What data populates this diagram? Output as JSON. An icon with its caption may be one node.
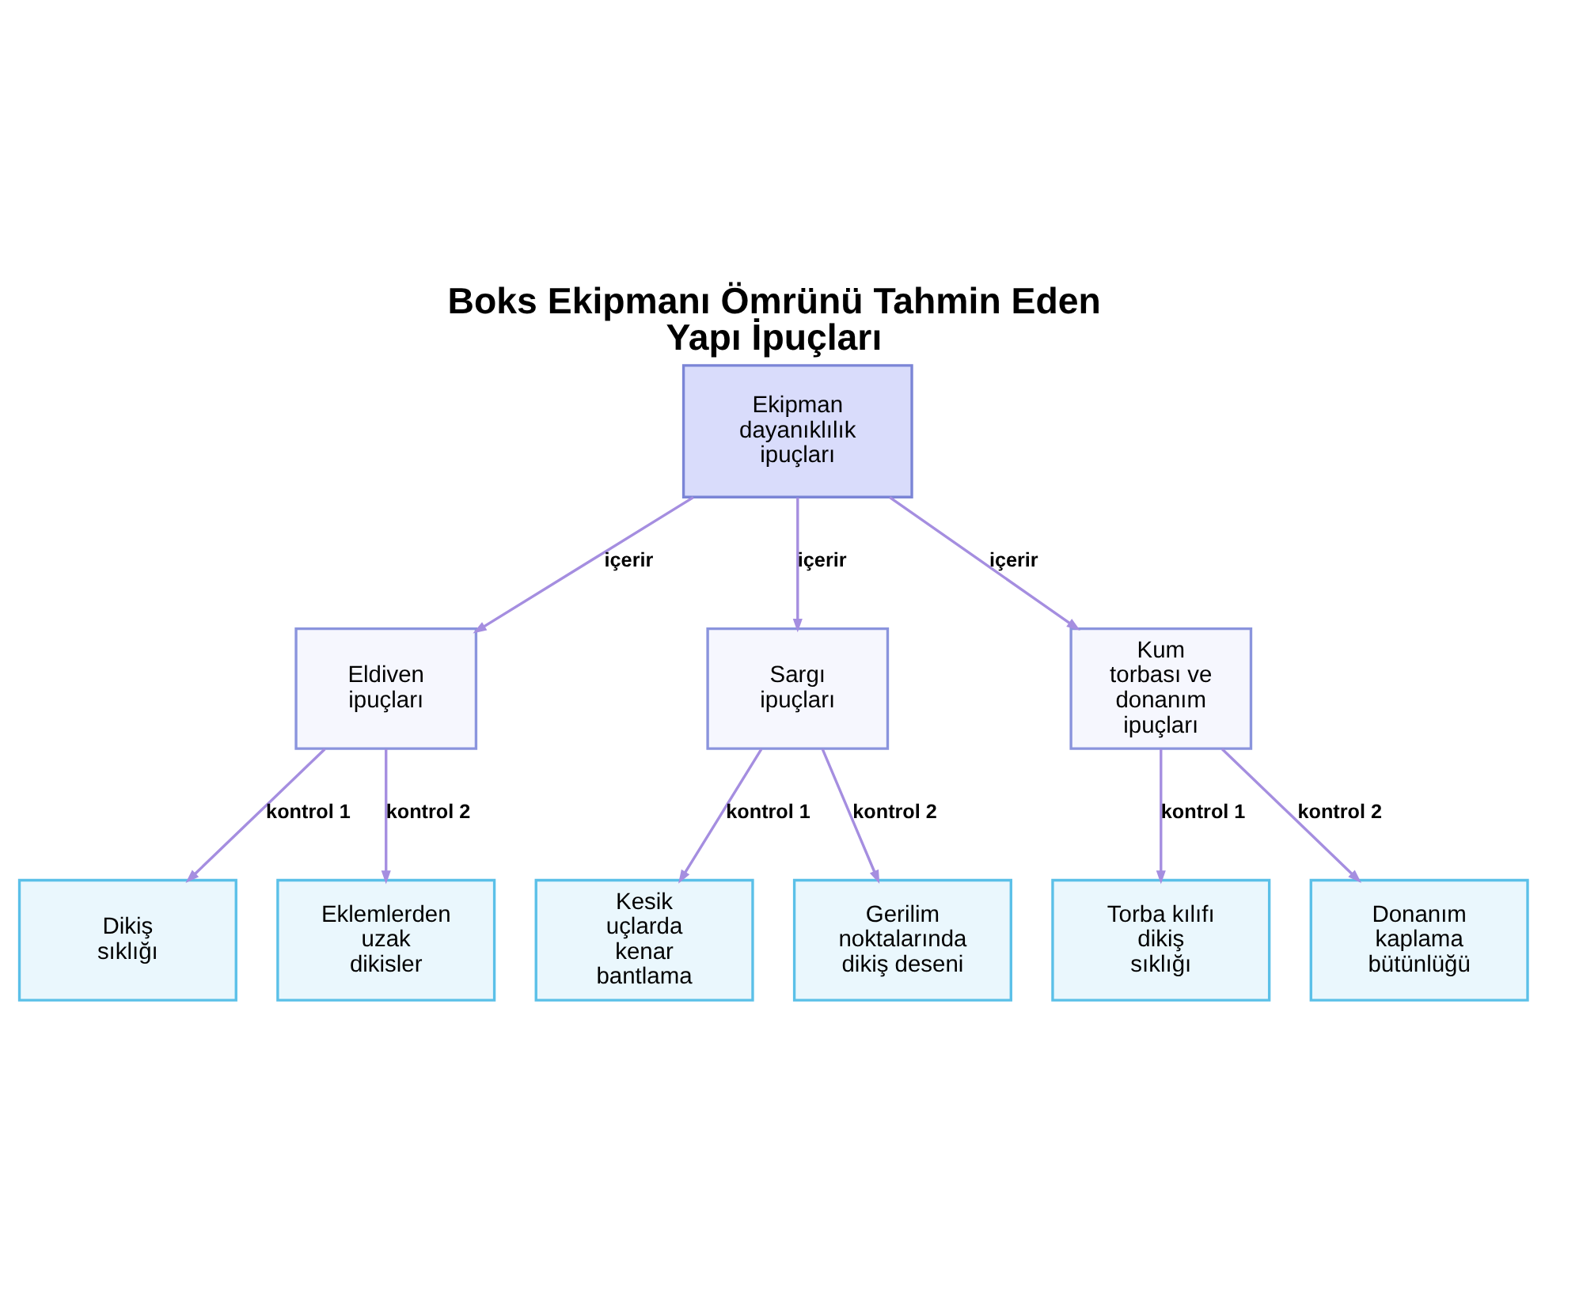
{
  "diagram": {
    "title": "Boks Ekipmanı Ömrünü Tahmin Eden Yapı İpuçları",
    "nodes": [
      {
        "text": [
          "Ekipman dayanıklılık ipuçları"
        ]
      },
      {
        "text": [
          "Eldiven ipuçları"
        ]
      },
      {
        "text": [
          "Sargı ipuçları"
        ]
      },
      {
        "text": [
          "Kum torbası ve donanım ipuçları"
        ]
      },
      {
        "text": [
          "Dikiş sıklığı"
        ]
      },
      {
        "text": [
          "Eklemlerden uzak dikisler"
        ]
      },
      {
        "text": [
          "Kesik uçlarda kenar bantlama"
        ]
      },
      {
        "text": [
          "Gerilim noktalarında dikiş deseni"
        ]
      },
      {
        "text": [
          "Torba kılıfı dikiş sıklığı"
        ]
      },
      {
        "text": [
          "Donanım kaplama bütünlüğü"
        ]
      }
    ],
    "edges": [
      {
        "from": 0,
        "to": 1,
        "arrow": "to",
        "label": "içerir"
      },
      {
        "from": 0,
        "to": 2,
        "arrow": "to",
        "label": "içerir"
      },
      {
        "from": 0,
        "to": 3,
        "arrow": "to",
        "label": "içerir"
      },
      {
        "from": 1,
        "to": 4,
        "arrow": "to",
        "label": "kontrol 1"
      },
      {
        "from": 1,
        "to": 5,
        "arrow": "to",
        "label": "kontrol 2"
      },
      {
        "from": 2,
        "to": 6,
        "arrow": "to",
        "label": "kontrol 1"
      },
      {
        "from": 2,
        "to": 7,
        "arrow": "to",
        "label": "kontrol 2"
      },
      {
        "from": 3,
        "to": 8,
        "arrow": "to",
        "label": "kontrol 1"
      },
      {
        "from": 3,
        "to": 9,
        "arrow": "to",
        "label": "kontrol 2"
      }
    ]
  }
}
